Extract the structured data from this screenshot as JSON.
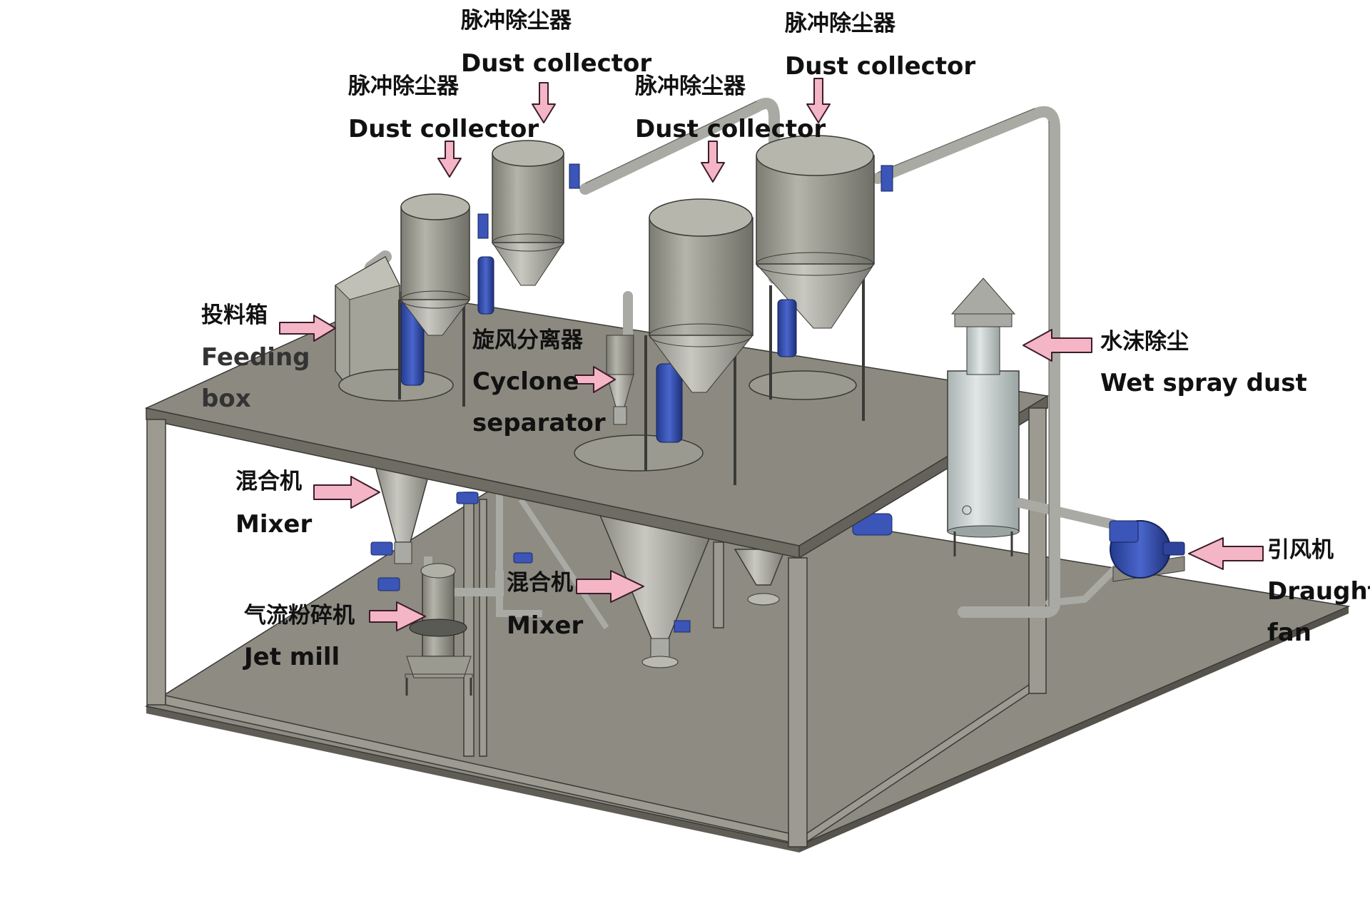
{
  "title": "",
  "colors": {
    "background": "#ffffff",
    "platform_top": "#8c8a80",
    "platform_dark": "#6e6c63",
    "floor": "#8d8b82",
    "frame": "#9c9a91",
    "edge": "#3a3a36",
    "vessel": "#9a9a90",
    "pipe": "#a9aaa4",
    "motor_blue": "#3b55b8",
    "spray_tower": "#c3cccb",
    "arrow": "#f4b5c7",
    "arrow_edge": "#3c1d29",
    "text": "#111111"
  },
  "labels": {
    "dust_collector_1": {
      "zh": "脉冲除尘器",
      "en": "Dust collector"
    },
    "dust_collector_2": {
      "zh": "脉冲除尘器",
      "en": "Dust collector"
    },
    "dust_collector_3": {
      "zh": "脉冲除尘器",
      "en": "Dust collector"
    },
    "dust_collector_4": {
      "zh": "脉冲除尘器",
      "en": "Dust collector"
    },
    "feeding_box": {
      "zh": "投料箱",
      "en_1": "Feeding",
      "en_2": "box"
    },
    "cyclone_separator": {
      "zh": "旋风分离器",
      "en_1": "Cyclone",
      "en_2": "separator"
    },
    "wet_spray_dust": {
      "zh": "水沫除尘",
      "en": "Wet spray dust"
    },
    "mixer_1": {
      "zh": "混合机",
      "en": "Mixer"
    },
    "mixer_2": {
      "zh": "混合机",
      "en": "Mixer"
    },
    "jet_mill": {
      "zh": "气流粉碎机",
      "en": "Jet mill"
    },
    "draught_fan": {
      "zh": "引风机",
      "en_1": "Draught",
      "en_2": "fan"
    }
  },
  "icons": [
    "pointer-arrow-icon",
    "motor-icon",
    "cone-cap-icon"
  ]
}
